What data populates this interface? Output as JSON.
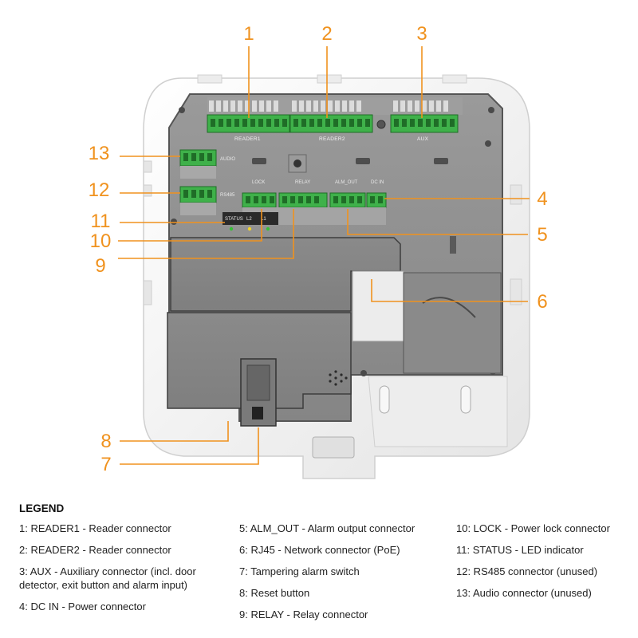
{
  "callouts": [
    {
      "id": "1",
      "number": "1"
    },
    {
      "id": "2",
      "number": "2"
    },
    {
      "id": "3",
      "number": "3"
    },
    {
      "id": "4",
      "number": "4"
    },
    {
      "id": "5",
      "number": "5"
    },
    {
      "id": "6",
      "number": "6"
    },
    {
      "id": "7",
      "number": "7"
    },
    {
      "id": "8",
      "number": "8"
    },
    {
      "id": "9",
      "number": "9"
    },
    {
      "id": "10",
      "number": "10"
    },
    {
      "id": "11",
      "number": "11"
    },
    {
      "id": "12",
      "number": "12"
    },
    {
      "id": "13",
      "number": "13"
    }
  ],
  "board_labels": {
    "reader1": "READER1",
    "reader2": "READER2",
    "aux": "AUX",
    "audio": "AUDIO",
    "rs485": "RS485",
    "lock": "LOCK",
    "relay": "RELAY",
    "alm_out": "ALM_OUT",
    "dc_in": "DC IN",
    "status": "STATUS",
    "l1": "L1",
    "l2": "L2"
  },
  "colors": {
    "accent": "#f0921e",
    "board": "#8e8e8e",
    "board_dark": "#7b7b7b",
    "terminal_green": "#3fb14a",
    "led_green": "#35c035",
    "led_yellow": "#f0d22a",
    "case": "#f2f2f2"
  },
  "legend": {
    "title": "LEGEND",
    "columns": [
      [
        "1: READER1 - Reader connector",
        "2: READER2 - Reader connector",
        "3: AUX - Auxiliary connector (incl. door detector, exit button and alarm input)",
        "4: DC IN - Power connector"
      ],
      [
        "5: ALM_OUT - Alarm output connector",
        "6: RJ45 - Network connector (PoE)",
        "7: Tampering alarm switch",
        "8: Reset button",
        "9: RELAY - Relay connector"
      ],
      [
        "10: LOCK - Power lock connector",
        "11: STATUS - LED indicator",
        "12: RS485 connector (unused)",
        "13: Audio connector (unused)"
      ]
    ]
  }
}
